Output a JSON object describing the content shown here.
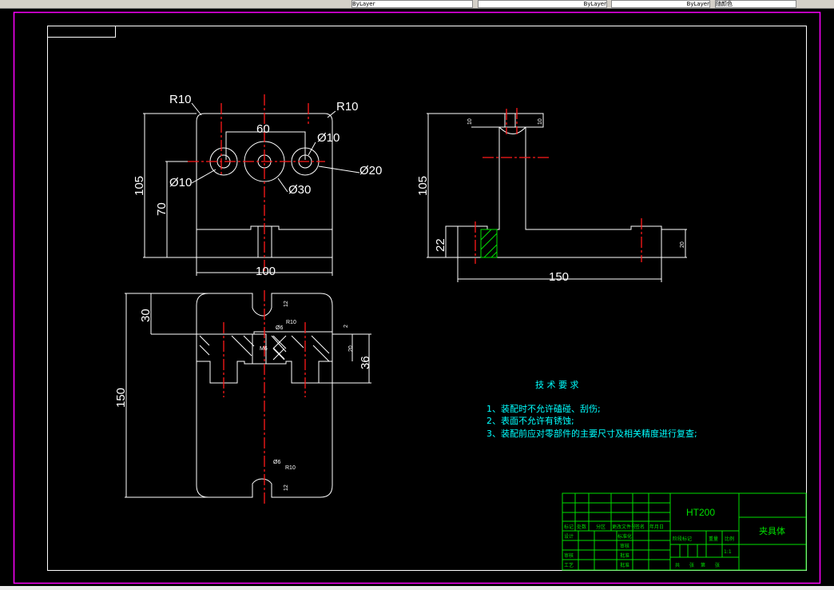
{
  "toolbar": {
    "layer_field_1": "ByLayer",
    "layer_field_2": "ByLayer",
    "layer_field_3": "ByLayer",
    "plot_style": "随颜色"
  },
  "colors": {
    "background": "#000000",
    "frame": "#ffffff",
    "sheet_border": "#ff00ff",
    "center_lines": "#ff1a1a",
    "title_block": "#00e000",
    "notes": "#00ffff"
  },
  "front_view": {
    "dims": {
      "r_left": "R10",
      "r_right": "R10",
      "spacing": "60",
      "hole_left": "Ø10",
      "hole_right": "Ø10",
      "bore_right": "Ø20",
      "bore_center": "Ø30",
      "height": "105",
      "center_height": "70",
      "width": "100"
    }
  },
  "side_view": {
    "dims": {
      "height": "105",
      "base": "22",
      "length": "150",
      "small_left": "10",
      "small_right": "10",
      "small_base": "20"
    }
  },
  "top_view": {
    "dims": {
      "length": "150",
      "offset": "30",
      "thickness": "36",
      "slot_top": "12",
      "slot_bottom": "12",
      "r_top": "R10",
      "r_top2": "Ø6",
      "r_bottom": "R10",
      "r_bottom2": "Ø6",
      "gap": "2",
      "step": "20",
      "detail": "M6"
    }
  },
  "tech_requirements": {
    "title": "技 术 要 求",
    "items": [
      "1、装配时不允许磕碰、刮伤;",
      "2、表面不允许有锈蚀;",
      "3、装配前应对零部件的主要尺寸及相关精度进行复查;"
    ]
  },
  "title_block": {
    "material": "HT200",
    "part_name": "夹具体",
    "scale": "1:1",
    "headers": [
      "标记",
      "处数",
      "分区",
      "更改文件号",
      "签名",
      "年月日"
    ],
    "design": "设计",
    "standardization": "标准化",
    "review": "审核",
    "process": "工艺",
    "approve": "批准",
    "stage_mark": "阶段标记",
    "weight": "重量",
    "ratio": "比例",
    "sheets": [
      "共",
      "张",
      "第",
      "张"
    ]
  }
}
